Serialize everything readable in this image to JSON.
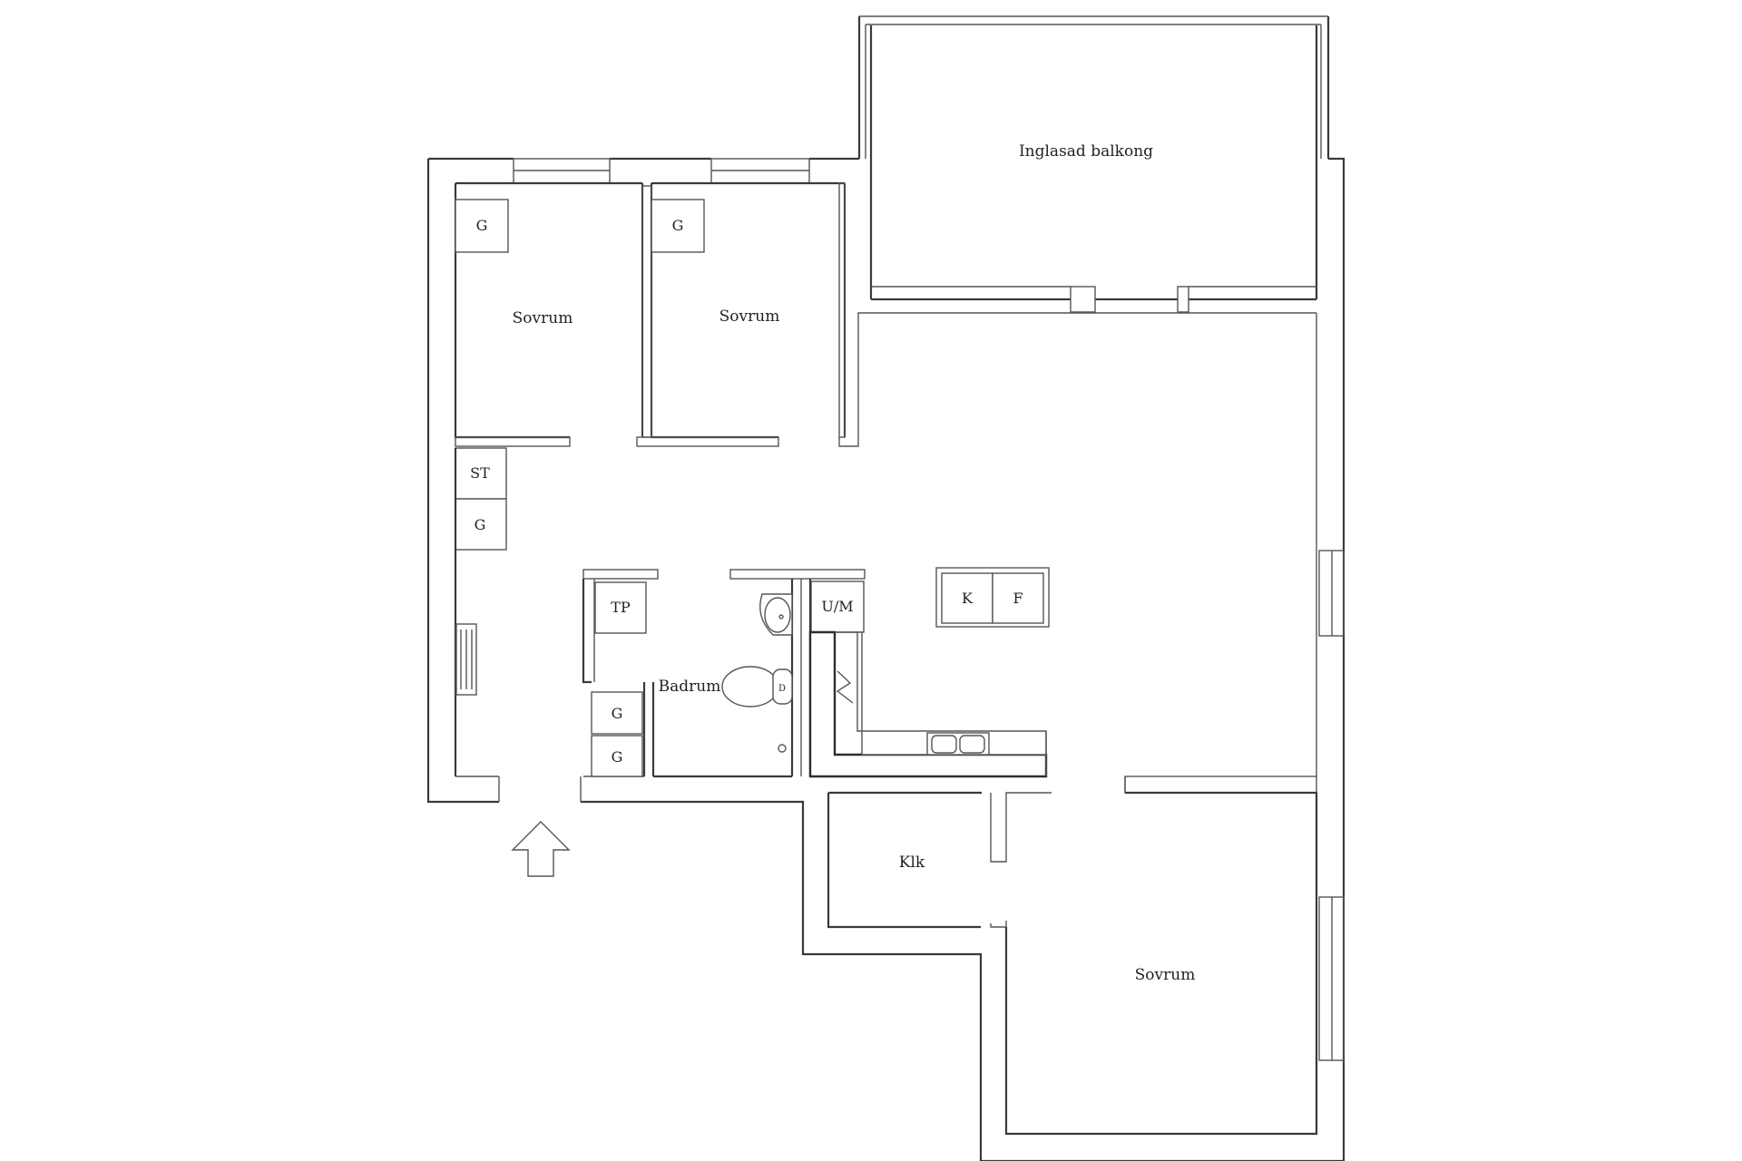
{
  "rooms": {
    "balcony": "Inglasad balkong",
    "bedroom_1": "Sovrum",
    "bedroom_2": "Sovrum",
    "bedroom_3": "Sovrum",
    "bathroom": "Badrum",
    "closet": "Klk"
  },
  "fixtures": {
    "wardrobe_bedroom_1": "G",
    "wardrobe_bedroom_2": "G",
    "storage_hall": "ST",
    "wardrobe_hall": "G",
    "dryer_bath": "TP",
    "wardrobe_bath_1": "G",
    "wardrobe_bath_2": "G",
    "laundry": "U/M",
    "fridge": "K",
    "freezer": "F"
  },
  "icons": {
    "entrance": "entrance-arrow-icon",
    "radiator": "radiator-icon",
    "sink": "sink-icon",
    "toilet": "toilet-icon",
    "stove": "stove-icon",
    "kitchen_sink": "kitchen-sink-icon"
  }
}
